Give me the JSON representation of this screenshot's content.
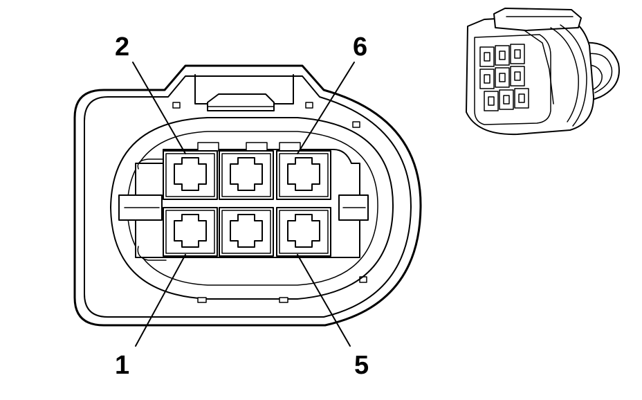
{
  "diagram": {
    "type": "connector-end-view",
    "cavities": [
      {
        "pin": "2",
        "row": "top",
        "col": 1
      },
      {
        "pin": "",
        "row": "top",
        "col": 2
      },
      {
        "pin": "6",
        "row": "top",
        "col": 3
      },
      {
        "pin": "1",
        "row": "bottom",
        "col": 1
      },
      {
        "pin": "",
        "row": "bottom",
        "col": 2
      },
      {
        "pin": "5",
        "row": "bottom",
        "col": 3
      }
    ],
    "callouts": {
      "pin_2": "2",
      "pin_6": "6",
      "pin_1": "1",
      "pin_5": "5"
    }
  }
}
